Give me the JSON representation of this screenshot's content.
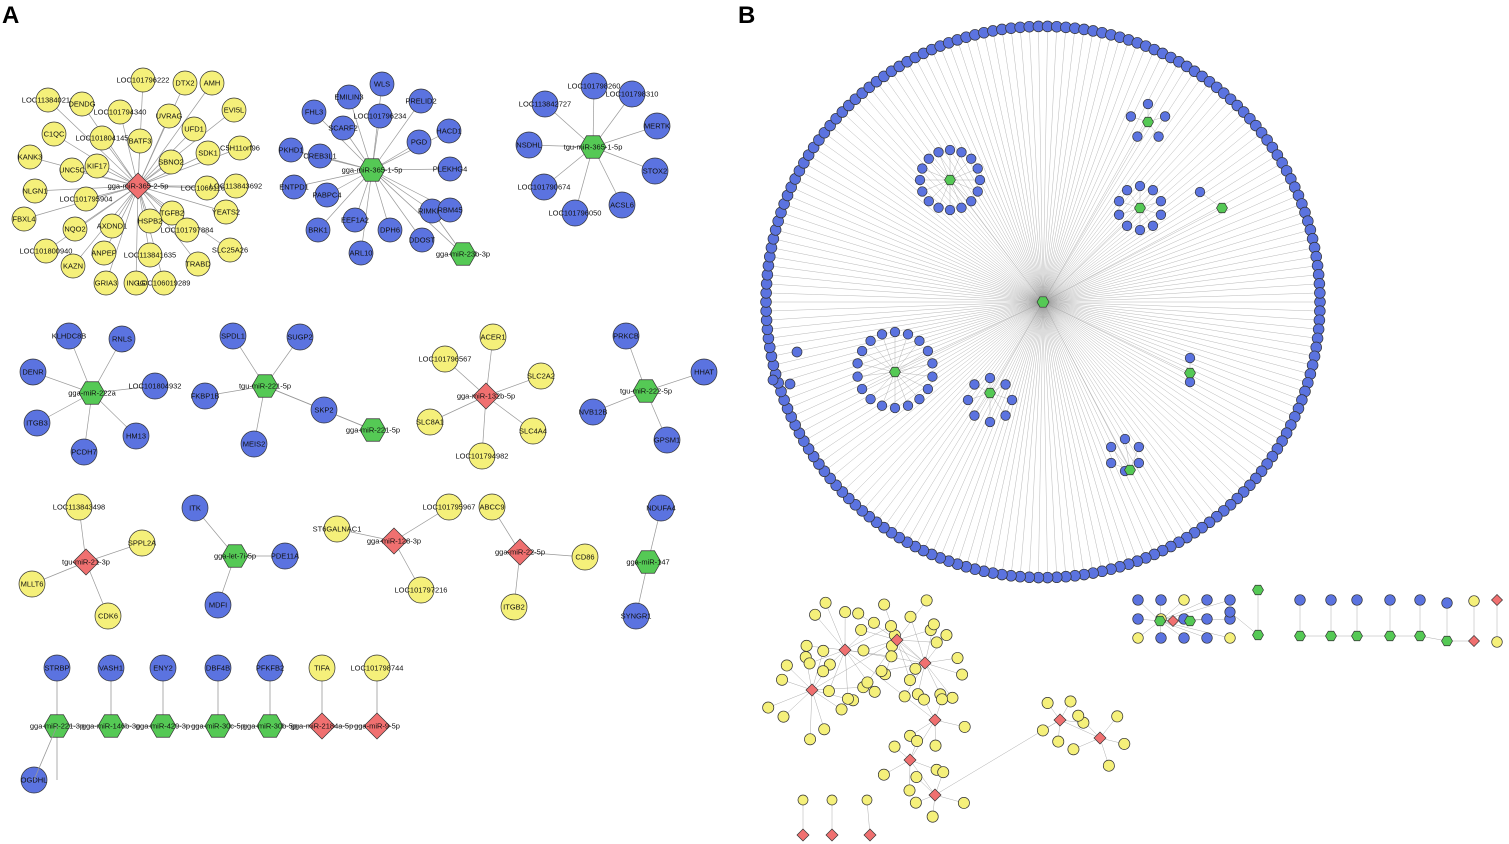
{
  "panels": {
    "a": "A",
    "b": "B"
  },
  "colors": {
    "mrna_down": "#5b73e0",
    "mrna_up": "#f5f07a",
    "mirna_down": "#55c955",
    "mirna_up": "#f07070",
    "edge": "#999999",
    "stroke": "#333333"
  },
  "panel_a": {
    "networks": [
      {
        "hub": {
          "label": "gga-miR-365-2-5p",
          "shape": "diamond",
          "color": "up"
        },
        "targets": [
          "LOC101796222",
          "DTX2",
          "AMH",
          "LOC113840216",
          "DENDG",
          "LOC101794340",
          "UVRAG",
          "EVI5L",
          "C1QC",
          "LOC101804145",
          "BATF3",
          "UFD1",
          "SDK1",
          "C5H11orf96",
          "KANK3",
          "UNC5C",
          "KIF17",
          "SBNO2",
          "LOC106011661",
          "LOC113843692",
          "NLGN1",
          "LOC101795904",
          "TGFB2",
          "YEATS2",
          "FBXL4",
          "NQO2",
          "AXDND1",
          "HSPB2",
          "LOC101797884",
          "LOC101800940",
          "ANPEP",
          "LOC113841635",
          "SLC25A26",
          "KAZN",
          "GRIA3",
          "INGG",
          "LOC106019289",
          "TRABD"
        ],
        "target_color": "up"
      },
      {
        "hub": {
          "label": "gga-miR-365-1-5p",
          "shape": "hexagon",
          "color": "down"
        },
        "targets": [
          "EMILIN3",
          "WLS",
          "FHL3",
          "SCARF2",
          "PRELID2",
          "LOC101796234",
          "PKHD1",
          "CREB3L1",
          "HACD1",
          "PGD",
          "ENTPD1",
          "PABPC4",
          "PLEKHG4",
          "RIMKLB",
          "BRK1",
          "EEF1A2",
          "DPH6",
          "RBM45",
          "ARL10",
          "DDOST"
        ],
        "target_color": "down"
      },
      {
        "hub": {
          "label": "gga-miR-23b-3p",
          "shape": "hexagon",
          "color": "down"
        },
        "targets": [],
        "target_color": "down"
      },
      {
        "hub": {
          "label": "tgu-miR-365-1-5p",
          "shape": "hexagon",
          "color": "down"
        },
        "targets": [
          "LOC101798260",
          "LOC101798310",
          "LOC113842727",
          "MERTK",
          "NSDHL",
          "STOX2",
          "LOC101790674",
          "ACSL6",
          "LOC101796050"
        ],
        "target_color": "down"
      },
      {
        "hub": {
          "label": "gga-miR-222a",
          "shape": "hexagon",
          "color": "down"
        },
        "targets": [
          "KLHDC8B",
          "RNLS",
          "DENR",
          "LOC101804932",
          "ITGB3",
          "HM13",
          "PCDH7"
        ],
        "target_color": "down"
      },
      {
        "hub": {
          "label": "tgu-miR-221-5p",
          "shape": "hexagon",
          "color": "down"
        },
        "targets": [
          "SPDL1",
          "SUGP2",
          "FKBP1B",
          "SKP2",
          "MEIS2"
        ],
        "target_color": "down"
      },
      {
        "hub": {
          "label": "gga-miR-221-5p",
          "shape": "hexagon",
          "color": "down"
        },
        "targets": [],
        "target_color": "down"
      },
      {
        "hub": {
          "label": "gga-miR-132b-5p",
          "shape": "diamond",
          "color": "up"
        },
        "targets": [
          "LOC101796567",
          "ACER1",
          "SLC2A2",
          "SLC8A1",
          "SLC4A4",
          "LOC101794982"
        ],
        "target_color": "up"
      },
      {
        "hub": {
          "label": "tgu-miR-222-5p",
          "shape": "hexagon",
          "color": "down"
        },
        "targets": [
          "PRKCB",
          "HHAT",
          "NVB12B",
          "GPSM1"
        ],
        "target_color": "down"
      },
      {
        "hub": {
          "label": "tgu-miR-21-3p",
          "shape": "diamond",
          "color": "up"
        },
        "targets": [
          "LOC113843498",
          "SPPL2A",
          "MLLT6",
          "CDK6"
        ],
        "target_color": "up"
      },
      {
        "hub": {
          "label": "gga-let-7i-5p",
          "shape": "hexagon",
          "color": "down"
        },
        "targets": [
          "ITK",
          "PDE11A",
          "MDFI"
        ],
        "target_color": "down"
      },
      {
        "hub": {
          "label": "gga-miR-128-3p",
          "shape": "diamond",
          "color": "up"
        },
        "targets": [
          "ST6GALNAC1",
          "LOC101795967",
          "LOC101797216"
        ],
        "target_color": "up"
      },
      {
        "hub": {
          "label": "gga-miR-22-5p",
          "shape": "diamond",
          "color": "up"
        },
        "targets": [
          "ABCC9",
          "CD86",
          "ITGB2"
        ],
        "target_color": "up"
      },
      {
        "hub": {
          "label": "gga-miR-147",
          "shape": "hexagon",
          "color": "down"
        },
        "targets": [
          "NDUFA4",
          "SYNGR1"
        ],
        "target_color": "down"
      }
    ],
    "pairs": [
      {
        "hub": "gga-miR-221-3p",
        "shape": "hexagon",
        "color": "down",
        "targets": [
          "STRBP",
          "OGDHL"
        ]
      },
      {
        "hub": "gga-miR-146b-3p",
        "shape": "hexagon",
        "color": "down",
        "targets": [
          "VASH1"
        ]
      },
      {
        "hub": "gga-miR-429-3p",
        "shape": "hexagon",
        "color": "down",
        "targets": [
          "ENY2"
        ]
      },
      {
        "hub": "gga-miR-30c-5p",
        "shape": "hexagon",
        "color": "down",
        "targets": [
          "DBF4B"
        ]
      },
      {
        "hub": "gga-miR-30b-5p",
        "shape": "hexagon",
        "color": "down",
        "targets": [
          "PFKFB2"
        ]
      },
      {
        "hub": "gga-miR-2184a-5p",
        "shape": "diamond",
        "color": "up",
        "targets": [
          "TIFA"
        ]
      },
      {
        "hub": "gga-miR-9-5p",
        "shape": "diamond",
        "color": "up",
        "targets": [
          "LOC101798744"
        ]
      }
    ]
  },
  "panel_b": {
    "big_circle_node_count": 190,
    "inner_clusters": 8,
    "up_network_node_count": 90,
    "small_cluster_groups": 7
  }
}
